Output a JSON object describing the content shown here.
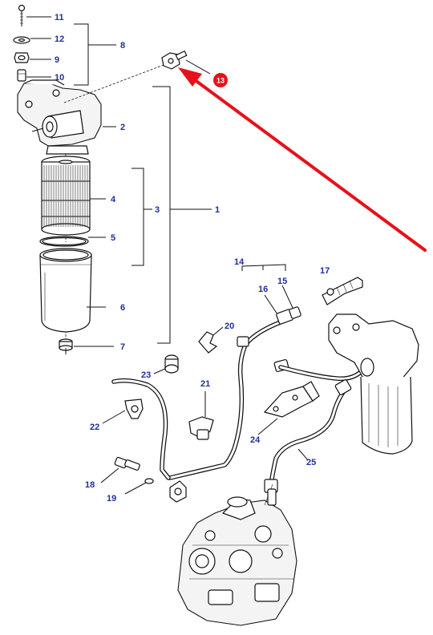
{
  "callouts": {
    "c1": "1",
    "c2": "2",
    "c3": "3",
    "c4": "4",
    "c5": "5",
    "c6": "6",
    "c7": "7",
    "c8": "8",
    "c9": "9",
    "c10": "10",
    "c11": "11",
    "c12": "12",
    "c14": "14",
    "c15": "15",
    "c16": "16",
    "c17": "17",
    "c18": "18",
    "c19": "19",
    "c20": "20",
    "c21": "21",
    "c22": "22",
    "c23": "23",
    "c24": "24",
    "c25": "25"
  },
  "highlight": {
    "label": "13",
    "color": "#e8101a"
  },
  "colors": {
    "callout_text": "#1f2f9a",
    "line_art": "#111111",
    "arrow": "#e8101a"
  }
}
